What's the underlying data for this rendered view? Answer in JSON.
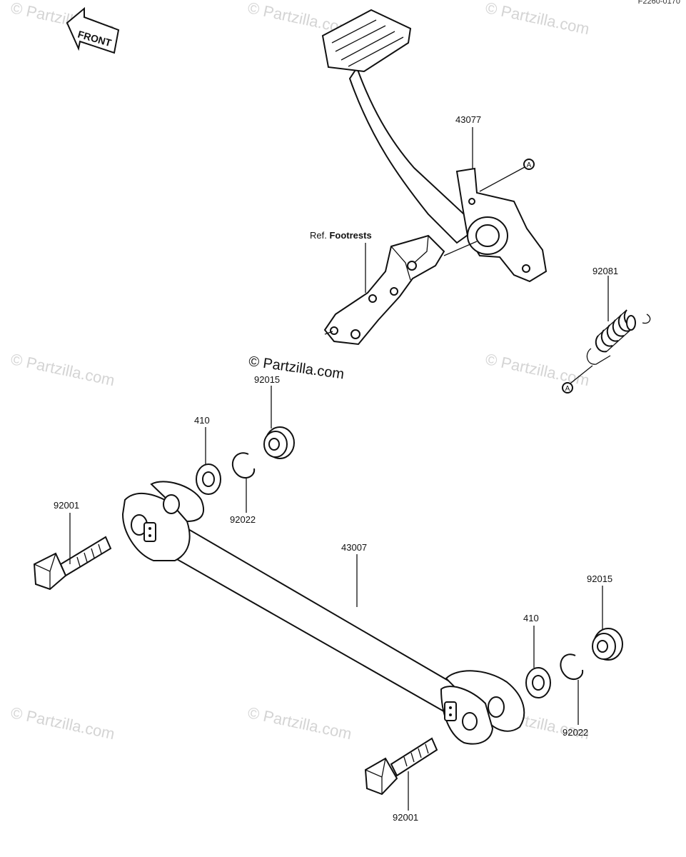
{
  "diagram_code": "F2260-0170",
  "front_label": "FRONT",
  "copyright_notice": "© Partzilla.com",
  "watermark_text": "© Partzilla.com",
  "reference": {
    "prefix": "Ref.",
    "name": "Footrests"
  },
  "callout_letter": "A",
  "parts": {
    "brake_pedal": "43077",
    "spring": "92081",
    "nut_top": "92015",
    "washer_top": "410",
    "clip_top": "92022",
    "bolt_left": "92001",
    "rod": "43007",
    "nut_right": "92015",
    "washer_right": "410",
    "clip_right": "92022",
    "bolt_bottom": "92001"
  }
}
